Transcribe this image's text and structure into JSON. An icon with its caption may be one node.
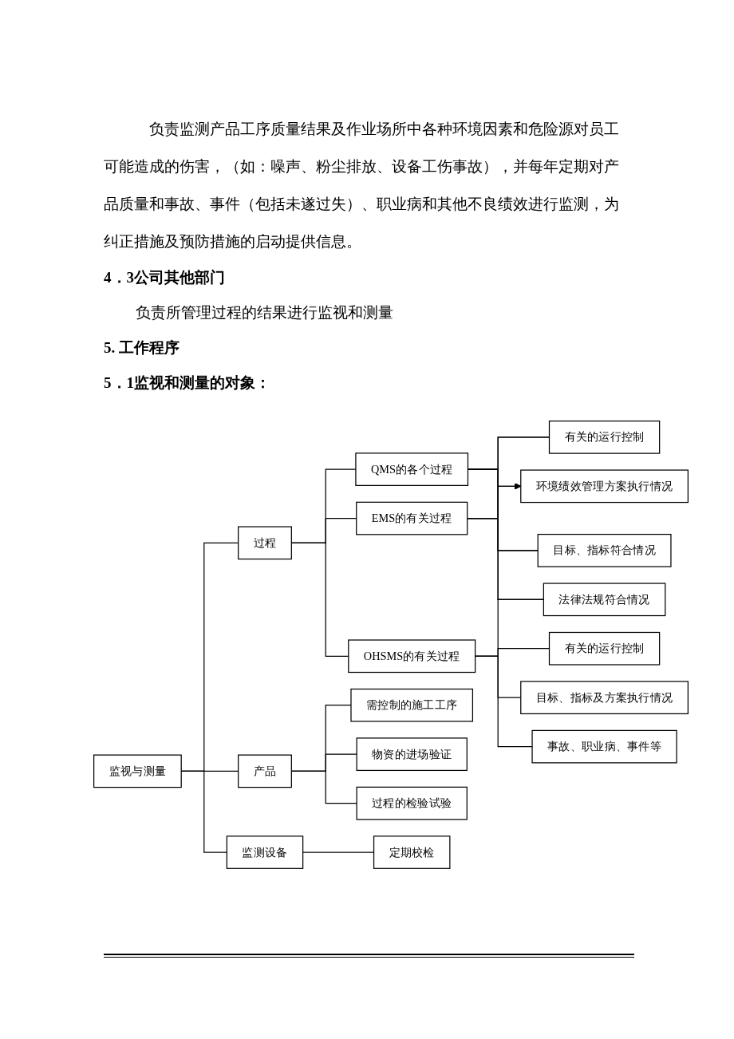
{
  "diagram": {
    "nodes": [
      {
        "text": [
          "监视与测量"
        ]
      },
      {
        "text": [
          "过程"
        ]
      },
      {
        "text": [
          "产品"
        ]
      },
      {
        "text": [
          "监测设备"
        ]
      },
      {
        "text": [
          "QMS的各个过程"
        ]
      },
      {
        "text": [
          "EMS的有关过程"
        ]
      },
      {
        "text": [
          "OHSMS的有关过程"
        ]
      },
      {
        "text": [
          "有关的运行控制"
        ]
      },
      {
        "text": [
          "环境绩效管理方案执行情况"
        ]
      },
      {
        "text": [
          "目标、指标符合情况"
        ]
      },
      {
        "text": [
          "法律法规符合情况"
        ]
      },
      {
        "text": [
          "有关的运行控制"
        ]
      },
      {
        "text": [
          "目标、指标及方案执行情况"
        ]
      },
      {
        "text": [
          "事故、职业病、事件等"
        ]
      },
      {
        "text": [
          "需控制的施工工序"
        ]
      },
      {
        "text": [
          "物资的进场验证"
        ]
      },
      {
        "text": [
          "过程的检验试验"
        ]
      },
      {
        "text": [
          "定期校检"
        ]
      }
    ],
    "edges": [
      {
        "from": 0,
        "to": 1,
        "arrow": "none"
      },
      {
        "from": 0,
        "to": 2,
        "arrow": "none"
      },
      {
        "from": 0,
        "to": 3,
        "arrow": "none"
      },
      {
        "from": 1,
        "to": 4,
        "arrow": "none"
      },
      {
        "from": 1,
        "to": 5,
        "arrow": "none"
      },
      {
        "from": 1,
        "to": 6,
        "arrow": "none"
      },
      {
        "from": 4,
        "to": 7,
        "arrow": "none"
      },
      {
        "from": 4,
        "to": 8,
        "arrow": "to"
      },
      {
        "from": 4,
        "to": 9,
        "arrow": "none"
      },
      {
        "from": 4,
        "to": 10,
        "arrow": "none"
      },
      {
        "from": 5,
        "to": 7,
        "arrow": "none"
      },
      {
        "from": 5,
        "to": 8,
        "arrow": "to"
      },
      {
        "from": 5,
        "to": 9,
        "arrow": "none"
      },
      {
        "from": 5,
        "to": 10,
        "arrow": "none"
      },
      {
        "from": 6,
        "to": 10,
        "arrow": "none"
      },
      {
        "from": 6,
        "to": 11,
        "arrow": "none"
      },
      {
        "from": 6,
        "to": 12,
        "arrow": "none"
      },
      {
        "from": 6,
        "to": 13,
        "arrow": "none"
      },
      {
        "from": 2,
        "to": 14,
        "arrow": "none"
      },
      {
        "from": 2,
        "to": 15,
        "arrow": "none"
      },
      {
        "from": 2,
        "to": 16,
        "arrow": "none"
      },
      {
        "from": 3,
        "to": 17,
        "arrow": "none"
      }
    ],
    "labels": [
      "负责监测产品工序质量结果及作业场所中各种环境因素和危险源对员工可能造成的伤害，（如：噪声、粉尘排放、设备工伤事故），并每年定期对产品质量和事故、事件（包括未遂过失）、职业病和其他不良绩效进行监测，为纠正措施及预防措施的启动提供信息。",
      "4．3公司其他部门",
      "负责所管理过程的结果进行监视和测量",
      "5. 工作程序",
      "5．1监视和测量的对象："
    ]
  }
}
